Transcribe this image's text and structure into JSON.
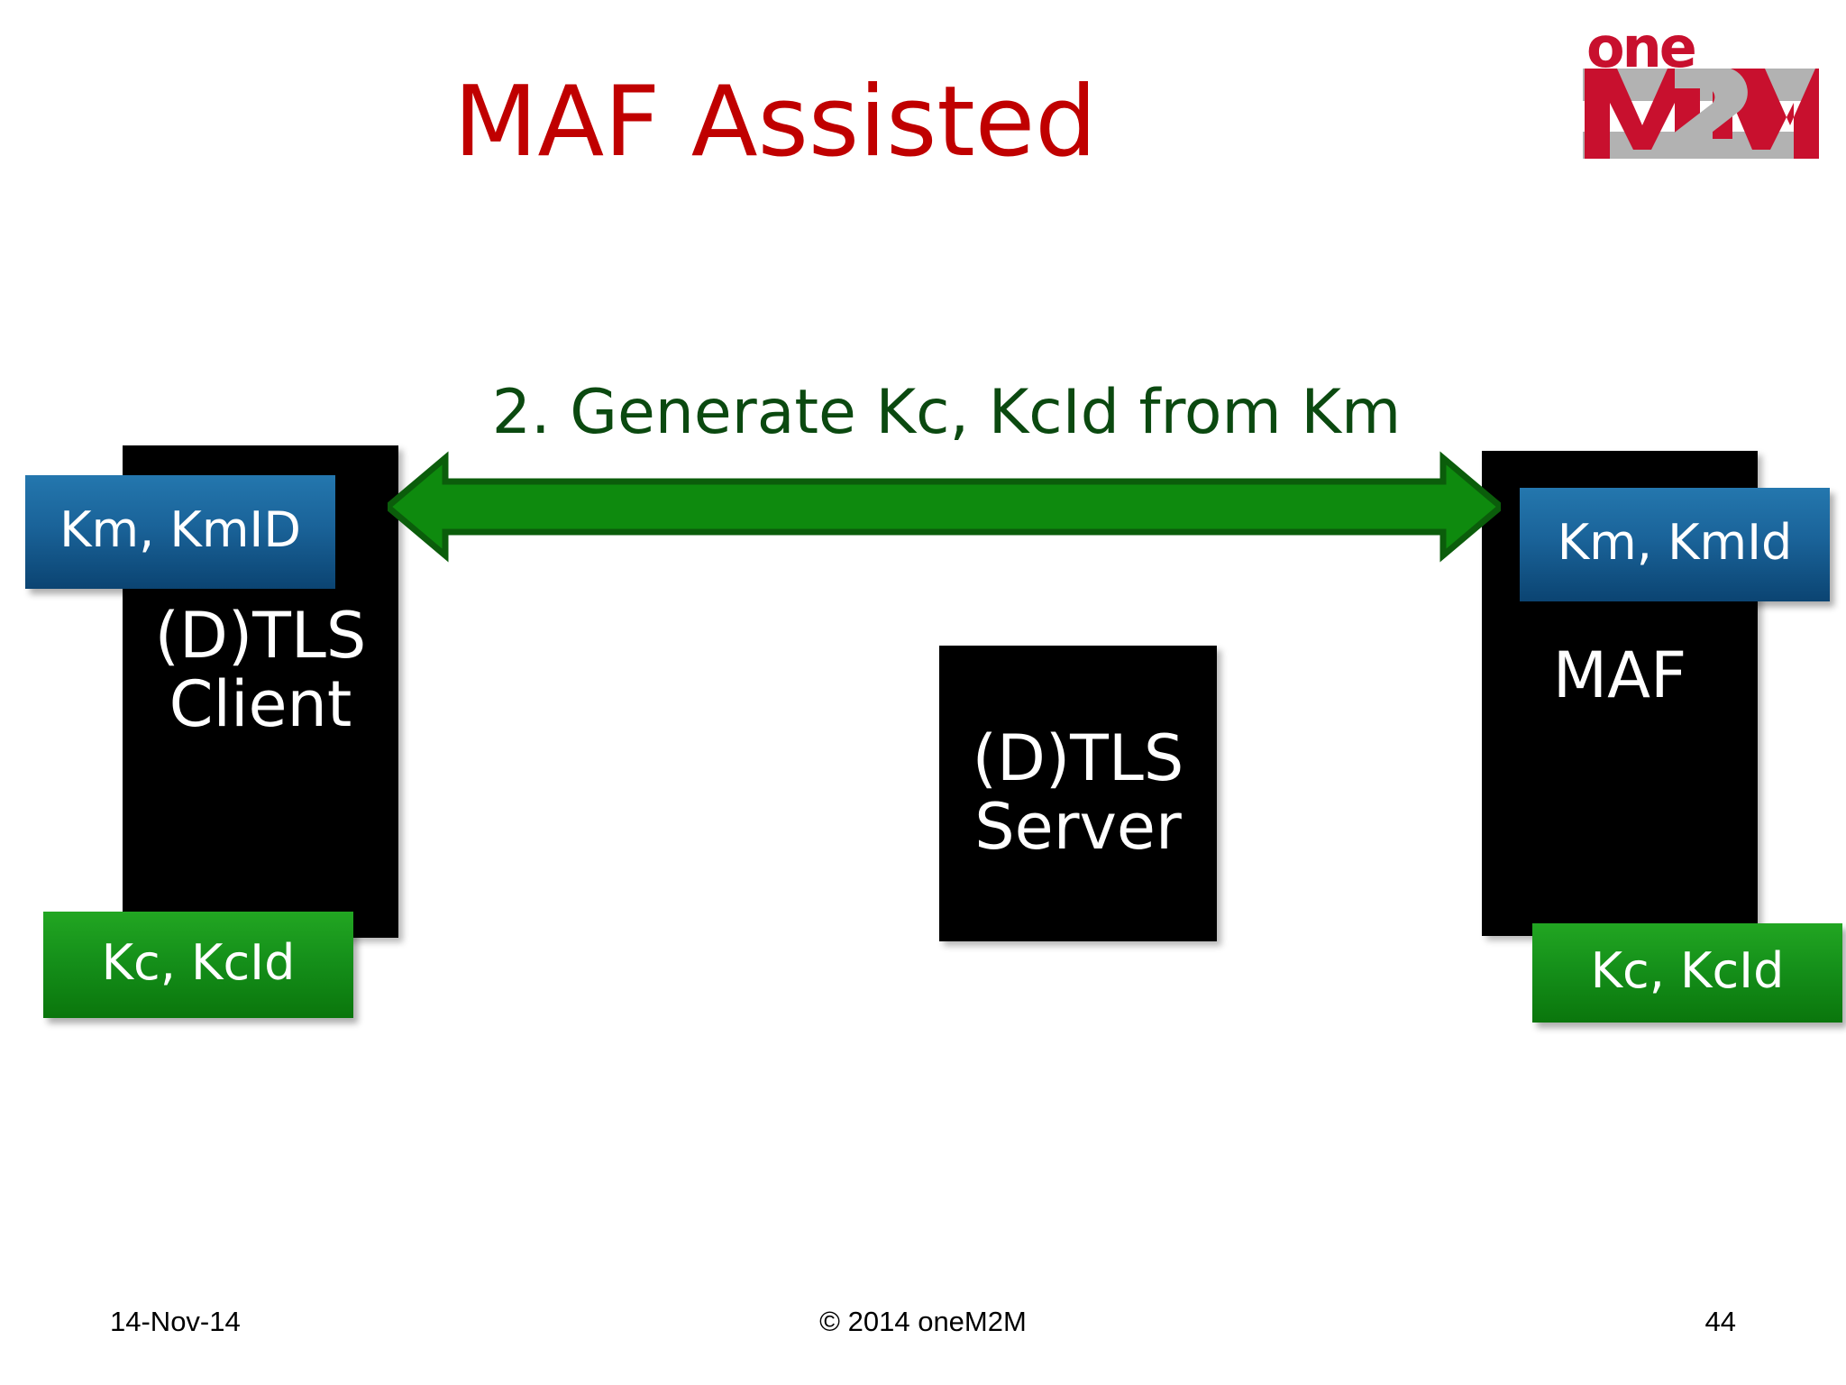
{
  "slide": {
    "title": "MAF Assisted",
    "title_color": "#C00000"
  },
  "logo": {
    "name": "oneM2M",
    "top_word": "one",
    "bottom_word": "M2M",
    "red": "#C8102E",
    "gray": "#B2B2B2"
  },
  "diagram": {
    "nodes": [
      {
        "id": "client",
        "label_line1": "(D)TLS",
        "label_line2": "Client",
        "fill": "#000000"
      },
      {
        "id": "server",
        "label_line1": "(D)TLS",
        "label_line2": "Server",
        "fill": "#000000"
      },
      {
        "id": "maf",
        "label_line1": "MAF",
        "label_line2": "",
        "fill": "#000000"
      }
    ],
    "chips": [
      {
        "id": "km-left",
        "text": "Km, KmID",
        "color": "#1A6399"
      },
      {
        "id": "km-right",
        "text": "Km, KmId",
        "color": "#1A6399"
      },
      {
        "id": "kc-left",
        "text": "Kc, KcId",
        "color": "#15901A"
      },
      {
        "id": "kc-right",
        "text": "Kc, KcId",
        "color": "#15901A"
      }
    ],
    "arrow": {
      "label": "2. Generate Kc, KcId from Km",
      "label_color": "#0B4910",
      "fill": "#0E8A0E",
      "stroke": "#0B5D0B",
      "direction": "double"
    }
  },
  "footer": {
    "date": "14-Nov-14",
    "copyright": "© 2014 oneM2M",
    "page_number": "44"
  }
}
